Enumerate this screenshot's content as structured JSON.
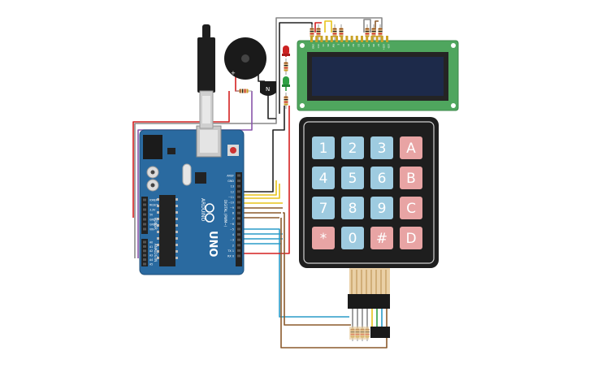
{
  "components": {
    "arduino": {
      "model": "UNO",
      "brand": "ARDUINO",
      "digital_label": "DIGITAL (PWM~)",
      "analog_label": "ANALOG IN",
      "power_label": "POWER",
      "pin_top": [
        "AREF",
        "GND",
        "13",
        "12",
        "~11",
        "~10",
        "~9",
        "8",
        "7",
        "~6",
        "~5",
        "4",
        "~3",
        "2",
        "TX 1",
        "RX 0"
      ],
      "pin_power": [
        "IOREF",
        "RESET",
        "3.3V",
        "5V",
        "GND",
        "GND",
        "VIN"
      ],
      "pin_analog": [
        "A0",
        "A1",
        "A2",
        "A3",
        "A4",
        "A5"
      ]
    },
    "keypad": {
      "keys": [
        [
          "1",
          "2",
          "3",
          "A"
        ],
        [
          "4",
          "5",
          "6",
          "B"
        ],
        [
          "7",
          "8",
          "9",
          "C"
        ],
        [
          "*",
          "0",
          "#",
          "D"
        ]
      ],
      "colors": {
        "number": "#9ecbe0",
        "letter": "#e8a4a4",
        "number_text": "#ffffff",
        "letter_text": "#ffffff"
      }
    },
    "lcd": {
      "pins": [
        "GND",
        "VCC",
        "V0",
        "RS",
        "RW",
        "E",
        "D0",
        "D1",
        "D2",
        "D3",
        "D4",
        "D5",
        "D6",
        "D7",
        "LED+",
        "LED-"
      ],
      "colors": {
        "pcb": "#4fa65e",
        "screen": "#1d2a4a"
      }
    },
    "transistor": {
      "label": "N"
    },
    "buzzer": {
      "plus": "+"
    }
  },
  "colors": {
    "board": "#2a6aa0",
    "wire_red": "#d32020",
    "wire_black": "#222222",
    "wire_yellow": "#e8c31a",
    "wire_brown": "#8b5a2b",
    "wire_blue": "#2a9bc8",
    "wire_gray": "#888888",
    "wire_purple": "#8855aa",
    "wire_green": "#2ea043"
  }
}
